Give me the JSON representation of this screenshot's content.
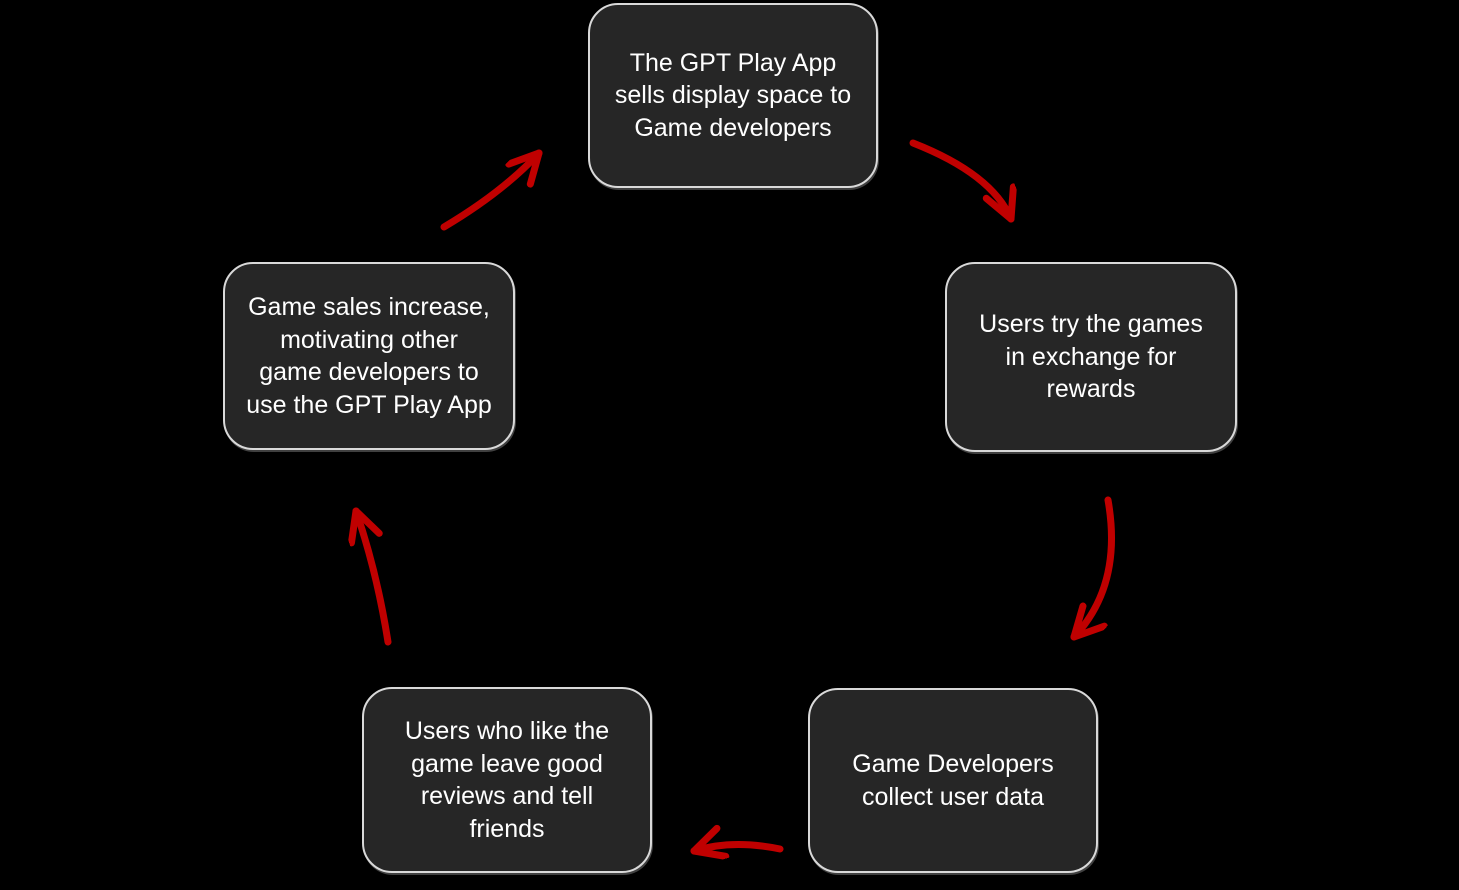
{
  "diagram": {
    "type": "cycle",
    "colors": {
      "background": "#000000",
      "box-fill": "#262626",
      "box-border": "#D9D9D9",
      "text": "#FFFFFF",
      "arrow": "#C00000"
    },
    "nodes": [
      {
        "id": "top",
        "lines": [
          "The GPT Play App",
          "sells display space to",
          "Game developers"
        ]
      },
      {
        "id": "right",
        "lines": [
          "Users try the games",
          "in exchange for",
          "rewards"
        ]
      },
      {
        "id": "bottom-right",
        "lines": [
          "Game Developers",
          "collect user data"
        ]
      },
      {
        "id": "bottom-left",
        "lines": [
          "Users who like the",
          "game leave good",
          "reviews and tell",
          "friends"
        ]
      },
      {
        "id": "left",
        "lines": [
          "Game sales increase,",
          "motivating other",
          "game developers to",
          "use the GPT Play App"
        ]
      }
    ],
    "edges": [
      {
        "from": "top",
        "to": "right"
      },
      {
        "from": "right",
        "to": "bottom-right"
      },
      {
        "from": "bottom-right",
        "to": "bottom-left"
      },
      {
        "from": "bottom-left",
        "to": "left"
      },
      {
        "from": "left",
        "to": "top"
      }
    ]
  }
}
